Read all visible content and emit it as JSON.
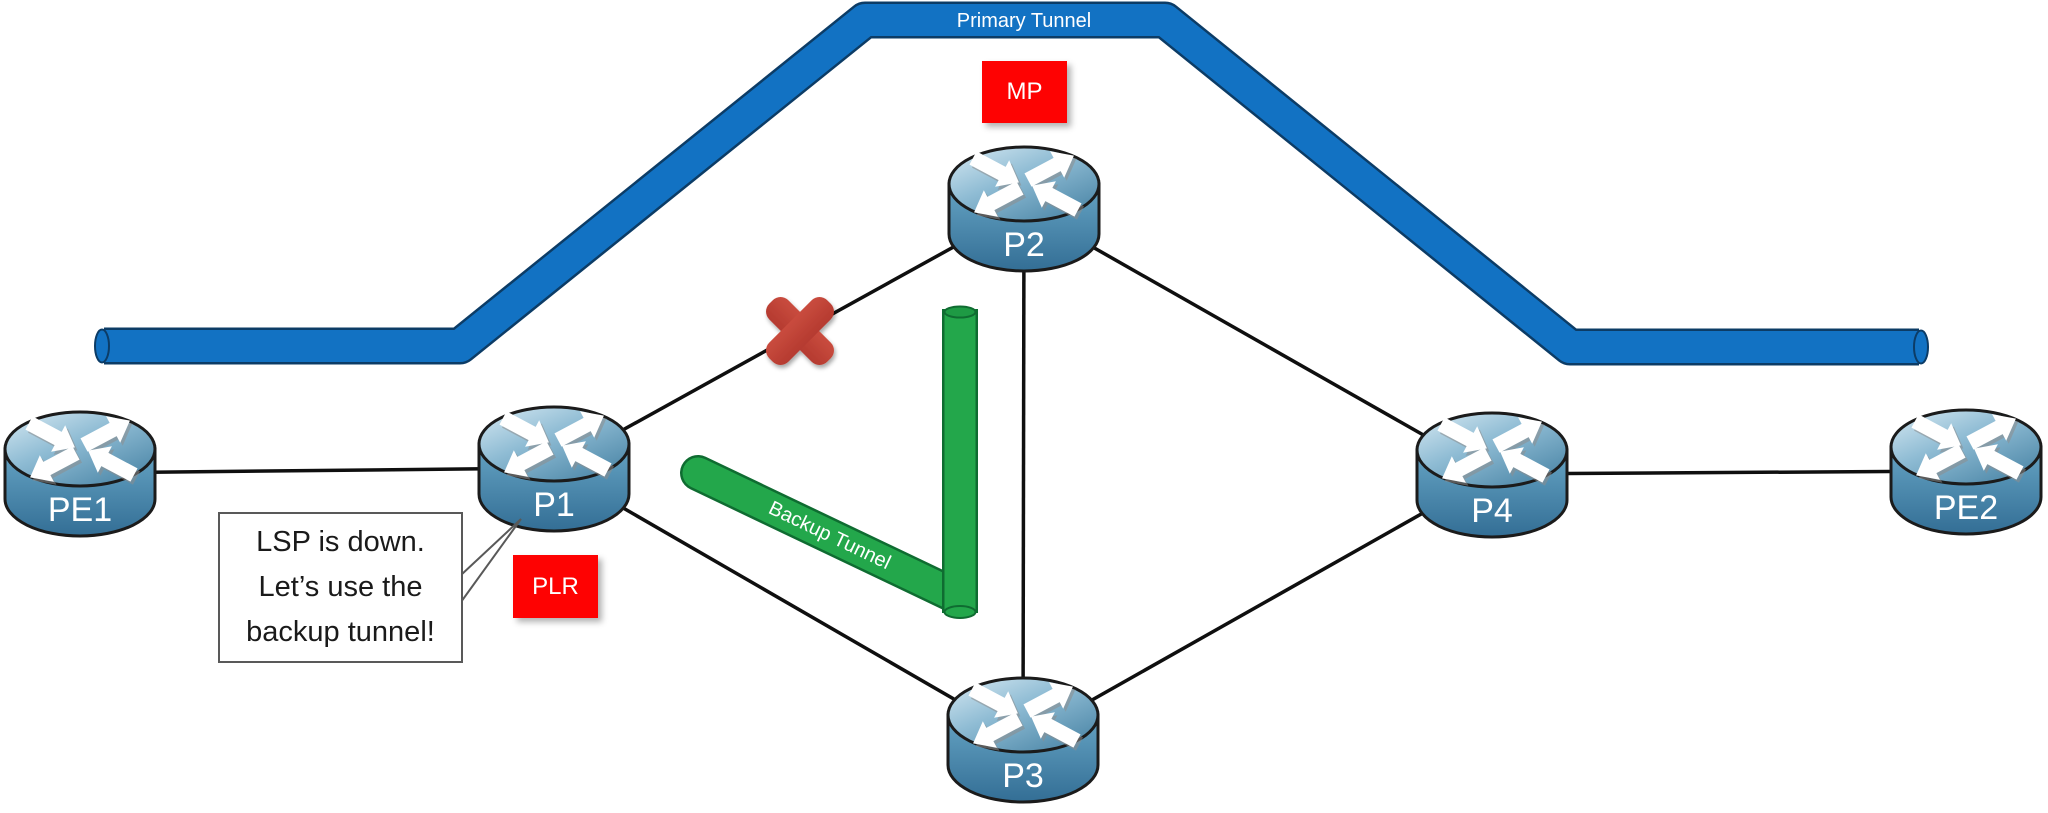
{
  "diagram": {
    "type": "mpls-fast-reroute-topology",
    "background_color": "#FFFFFF",
    "link_color": "#0F0F0F"
  },
  "tunnels": {
    "primary": {
      "label": "Primary Tunnel",
      "color": "#1272C3",
      "status": "down"
    },
    "backup": {
      "label": "Backup Tunnel",
      "color": "#23A74B",
      "status": "active"
    }
  },
  "nodes": [
    {
      "id": "PE1",
      "label": "PE1",
      "type": "provider-edge-router"
    },
    {
      "id": "P1",
      "label": "P1",
      "type": "core-router"
    },
    {
      "id": "P2",
      "label": "P2",
      "type": "core-router"
    },
    {
      "id": "P3",
      "label": "P3",
      "type": "core-router"
    },
    {
      "id": "P4",
      "label": "P4",
      "type": "core-router"
    },
    {
      "id": "PE2",
      "label": "PE2",
      "type": "provider-edge-router"
    }
  ],
  "links": [
    {
      "from": "PE1",
      "to": "P1",
      "status": "up"
    },
    {
      "from": "P1",
      "to": "P2",
      "status": "failed"
    },
    {
      "from": "P1",
      "to": "P3",
      "status": "up"
    },
    {
      "from": "P2",
      "to": "P3",
      "status": "up"
    },
    {
      "from": "P2",
      "to": "P4",
      "status": "up"
    },
    {
      "from": "P3",
      "to": "P4",
      "status": "up"
    },
    {
      "from": "P4",
      "to": "PE2",
      "status": "up"
    }
  ],
  "failure": {
    "marker": "red-x",
    "link": "P1-P2",
    "color_top": "#DF5C50",
    "color_bottom": "#9E261F"
  },
  "badges": {
    "mp": {
      "label": "MP",
      "color": "#FF0000",
      "text_color": "#FFFFFF",
      "attached_to": "P2"
    },
    "plr": {
      "label": "PLR",
      "color": "#FF0000",
      "text_color": "#FFFFFF",
      "attached_to": "P1"
    }
  },
  "callout": {
    "attached_to": "P1",
    "lines": [
      "LSP is down.",
      "Let’s use the",
      "backup tunnel!"
    ]
  }
}
